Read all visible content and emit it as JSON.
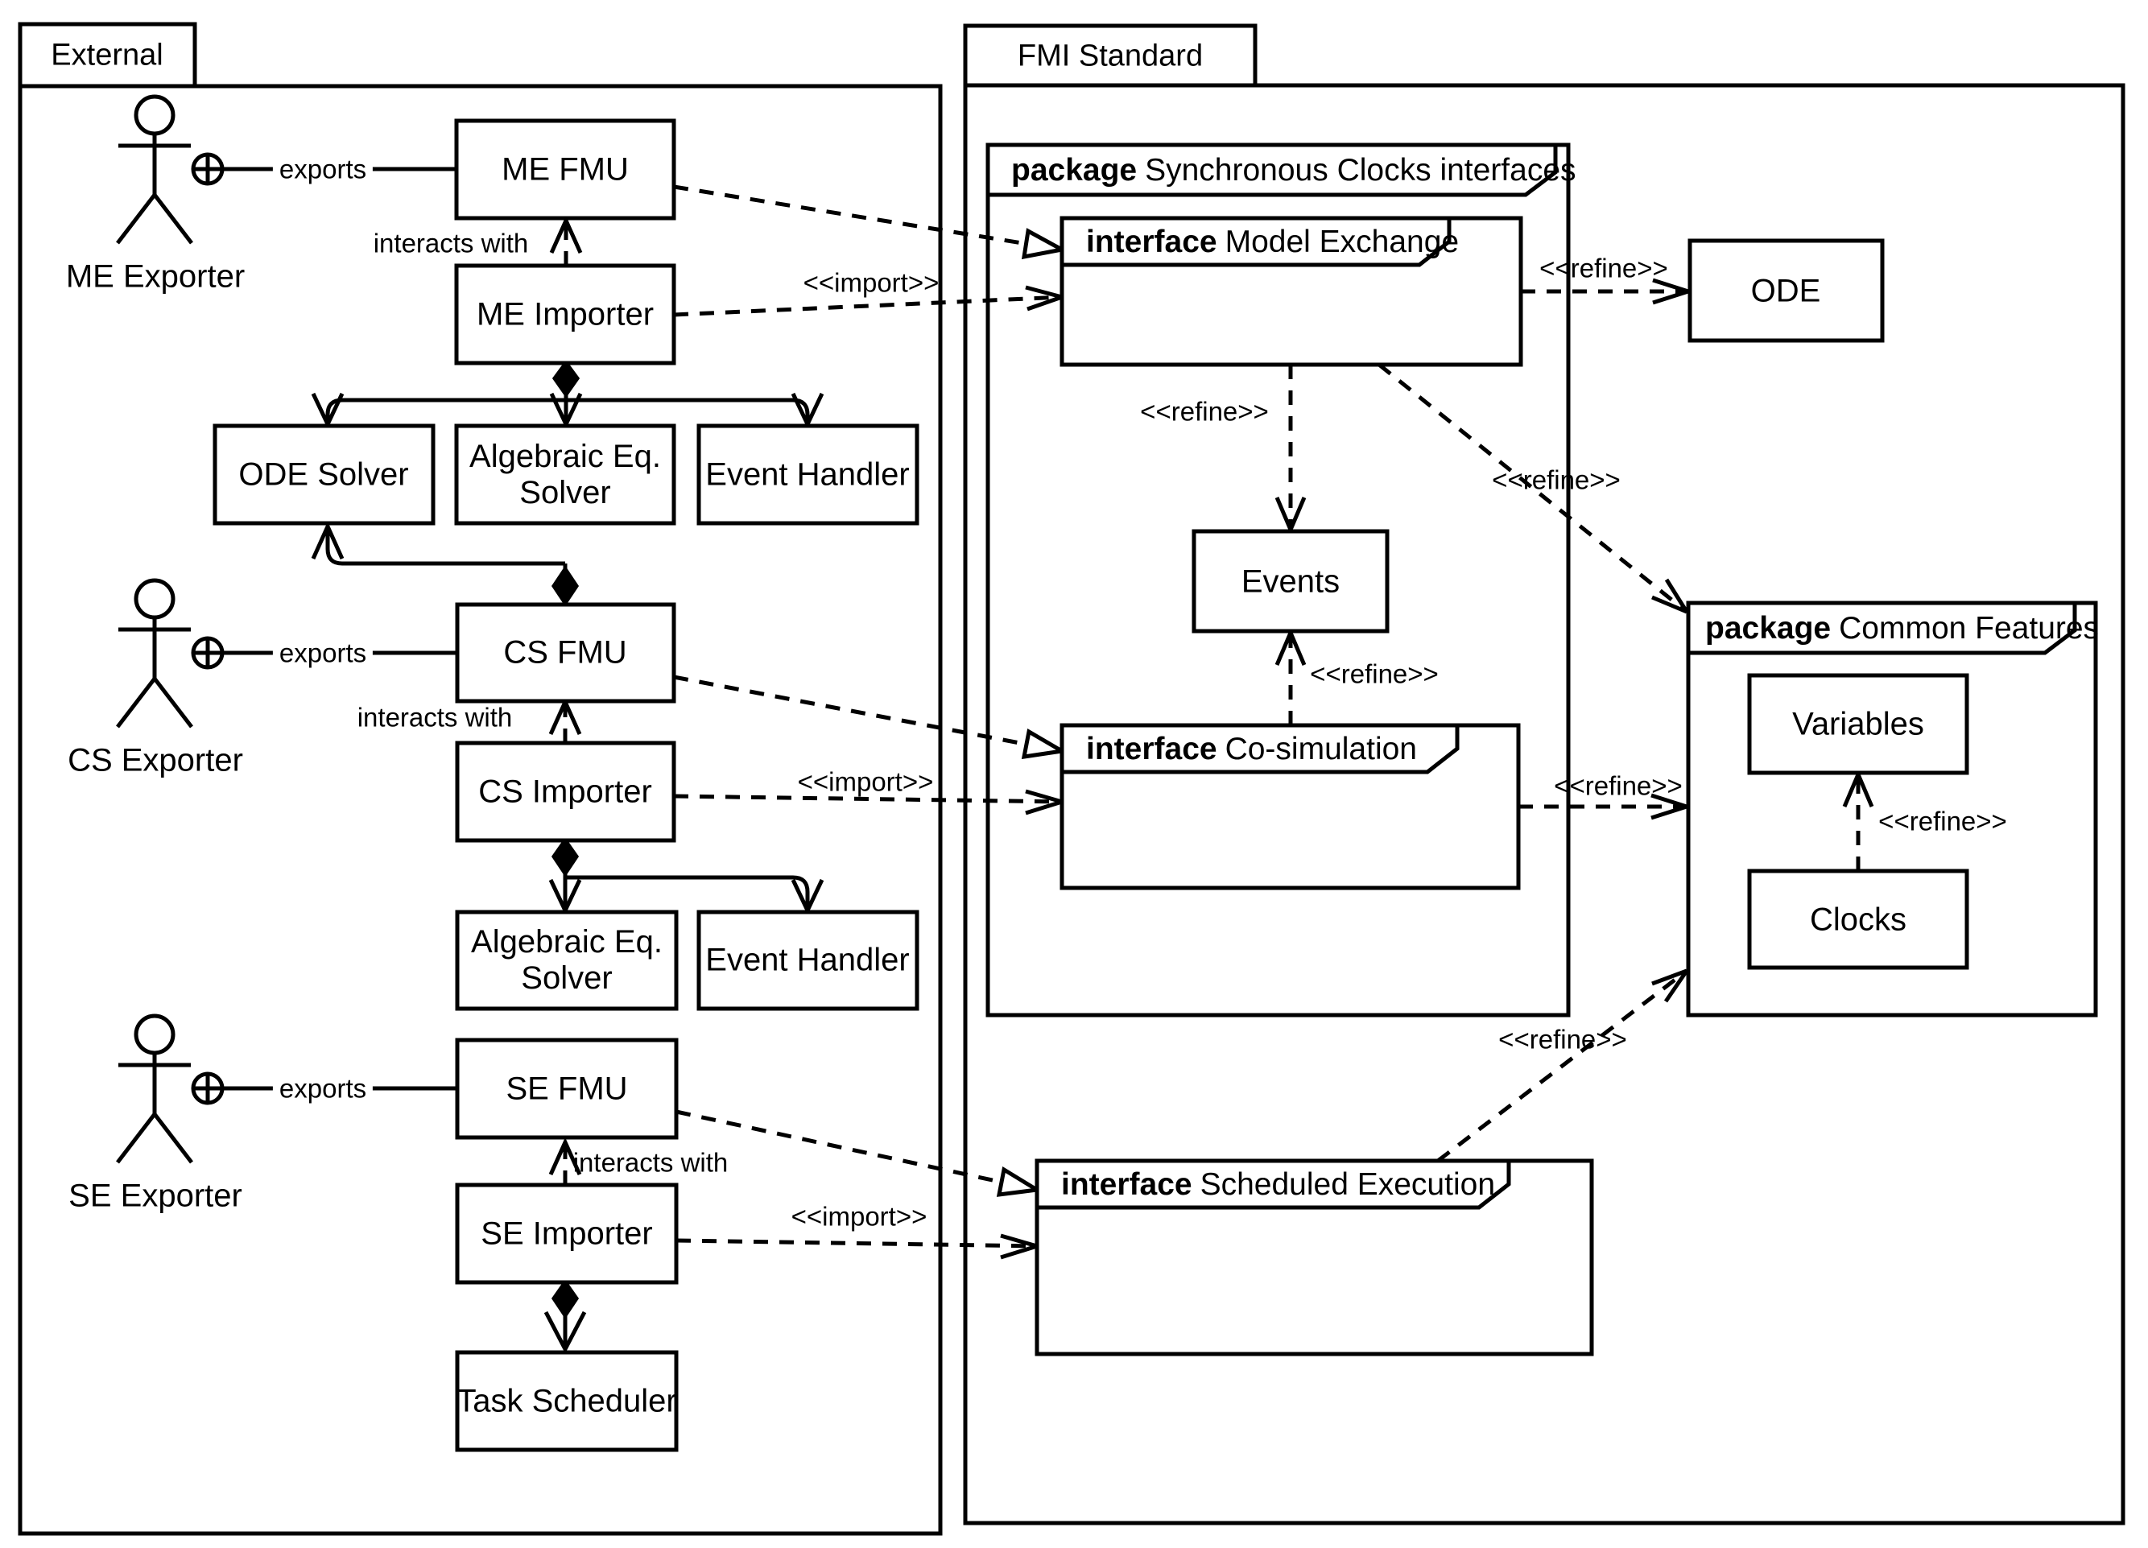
{
  "frames": {
    "external": {
      "title": "External"
    },
    "fmi": {
      "title": "FMI Standard"
    }
  },
  "packages": {
    "sync_clocks": {
      "keyword": "package",
      "name": "Synchronous Clocks interfaces"
    },
    "common_features": {
      "keyword": "package",
      "name": "Common Features"
    }
  },
  "interfaces": {
    "model_exchange": {
      "keyword": "interface",
      "name": "Model Exchange"
    },
    "co_simulation": {
      "keyword": "interface",
      "name": "Co-simulation"
    },
    "scheduled_execution": {
      "keyword": "interface",
      "name": "Scheduled Execution"
    }
  },
  "nodes": {
    "me_fmu": "ME FMU",
    "me_importer": "ME Importer",
    "ode_solver": "ODE Solver",
    "alg_eq_solver_1": "Algebraic Eq. Solver",
    "event_handler_1": "Event Handler",
    "cs_fmu": "CS FMU",
    "cs_importer": "CS Importer",
    "alg_eq_solver_2": "Algebraic Eq. Solver",
    "event_handler_2": "Event Handler",
    "se_fmu": "SE FMU",
    "se_importer": "SE Importer",
    "task_scheduler": "Task Scheduler",
    "ode": "ODE",
    "events": "Events",
    "variables": "Variables",
    "clocks": "Clocks"
  },
  "actors": {
    "me": "ME Exporter",
    "cs": "CS Exporter",
    "se": "SE Exporter"
  },
  "edge_labels": {
    "exports": "exports",
    "interacts_with": "interacts with",
    "import": "<<import>>",
    "refine": "<<refine>>"
  },
  "colors": {
    "line": "#000000",
    "background": "#ffffff"
  }
}
